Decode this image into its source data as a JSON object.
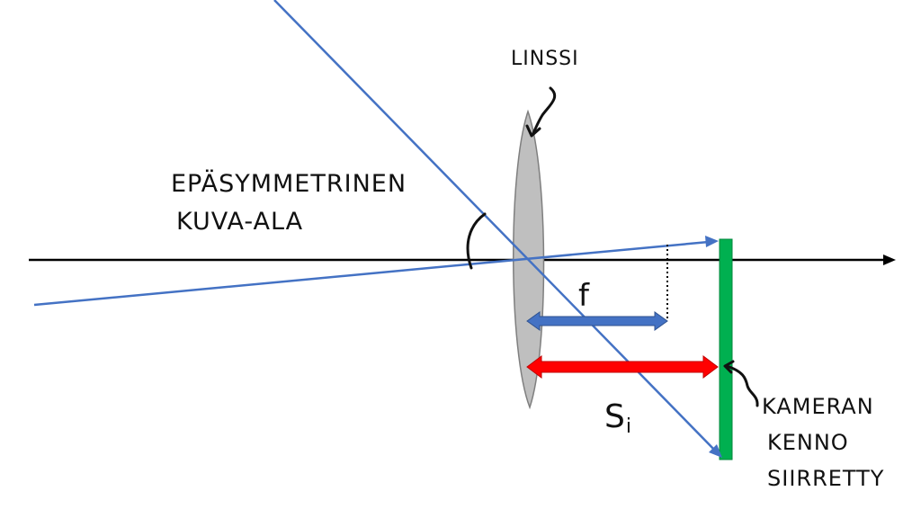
{
  "labels": {
    "lens": "LINSSI",
    "field_line1": "EPÄSYMMETRINEN",
    "field_line2": "KUVA-ALA",
    "focal": "f",
    "image_distance_base": "S",
    "image_distance_sub": "i",
    "sensor_line1": "KAMERAN",
    "sensor_line2": "KENNO",
    "sensor_line3": "SIIRRETTY"
  },
  "colors": {
    "axis": "#000000",
    "ray": "#4472c4",
    "lens_fill": "#bfbfbf",
    "lens_stroke": "#7f7f7f",
    "sensor": "#00b050",
    "focal_arrow": "#4472c4",
    "image_distance_arrow": "#ff0000",
    "handwriting": "#111111"
  }
}
